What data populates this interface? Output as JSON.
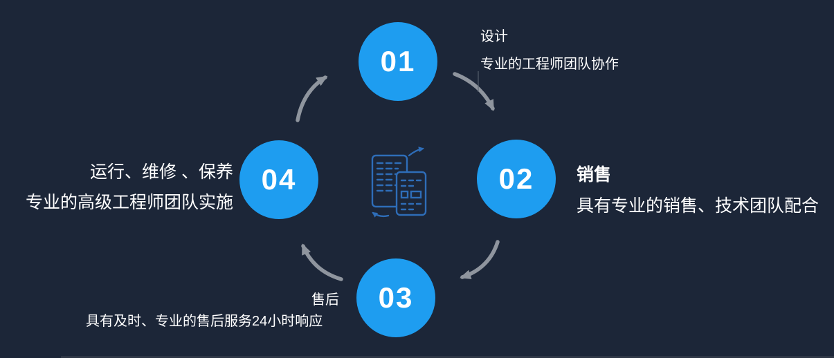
{
  "colors": {
    "background": "#1c2638",
    "circle_fill": "#1e9df0",
    "arrow_gray": "#8f959e",
    "icon_blue": "#2e6db8",
    "text": "#ffffff"
  },
  "center_icon": "document-code-exchange-icon",
  "steps": [
    {
      "number": "01",
      "title": "设计",
      "desc": "专业的工程师团队协作"
    },
    {
      "number": "02",
      "title": "销售",
      "desc": "具有专业的销售、技术团队配合"
    },
    {
      "number": "03",
      "title": "售后",
      "desc": "具有及时、专业的售后服务24小时响应"
    },
    {
      "number": "04",
      "title": "运行、维修 、保养",
      "desc": "专业的高级工程师团队实施"
    }
  ]
}
